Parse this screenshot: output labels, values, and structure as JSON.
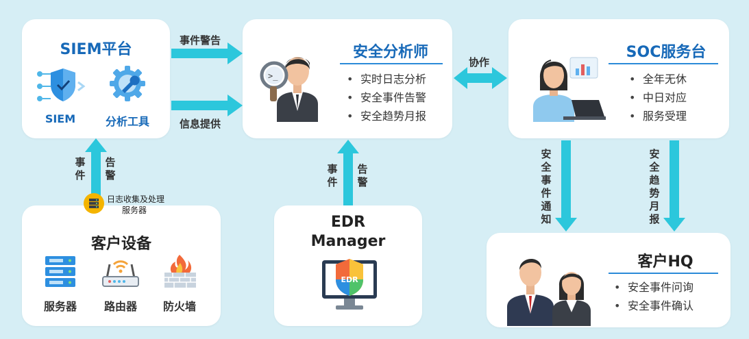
{
  "siem": {
    "title": "SIEM平台",
    "icon1_label": "SIEM",
    "icon2_label": "分析工具"
  },
  "analyst": {
    "title": "安全分析师",
    "items": [
      "实时日志分析",
      "安全事件告警",
      "安全趋势月报"
    ]
  },
  "soc": {
    "title": "SOC服务台",
    "items": [
      "全年无休",
      "中日对应",
      "服务受理"
    ]
  },
  "customer_devices": {
    "title": "客户设备",
    "items": [
      "服务器",
      "路由器",
      "防火墙"
    ]
  },
  "edr": {
    "title_line1": "EDR",
    "title_line2": "Manager",
    "icon_text": "EDR"
  },
  "hq": {
    "title": "客户HQ",
    "items": [
      "安全事件问询",
      "安全事件确认"
    ]
  },
  "flows": {
    "event_alert": "事件警告",
    "info_provide": "信息提供",
    "cooperate": "协作",
    "devices_event": "事件",
    "devices_alert": "告警",
    "log_server_line1": "日志收集及处理",
    "log_server_line2": "服务器",
    "edr_event": "事件",
    "edr_alert": "告警",
    "incident_notify": "安全事件通知",
    "trend_report": "安全趋势月报"
  },
  "colors": {
    "arrow": "#2cc7dc",
    "title_blue": "#1769b8",
    "background": "#d6eef5"
  }
}
